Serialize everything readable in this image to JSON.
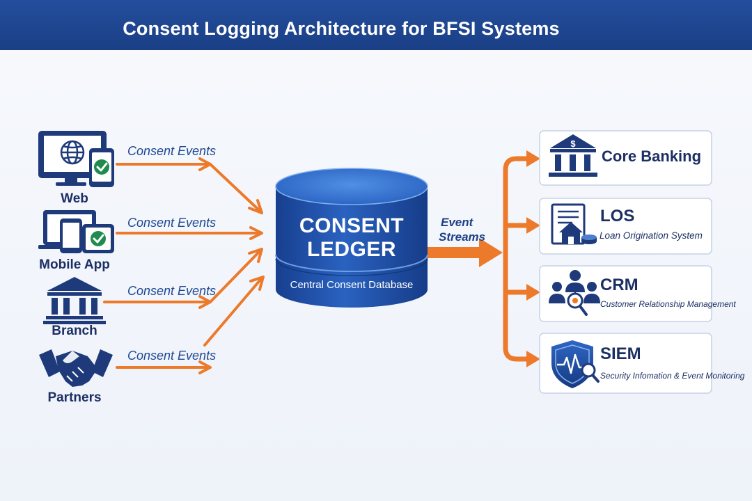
{
  "header": {
    "title": "Consent Logging Architecture for BFSI Systems"
  },
  "sources": [
    {
      "label": "Web",
      "icon": "monitor-phone-icon",
      "event_label": "Consent Events"
    },
    {
      "label": "Mobile App",
      "icon": "devices-icon",
      "event_label": "Consent Events"
    },
    {
      "label": "Branch",
      "icon": "bank-building-icon",
      "event_label": "Consent Events"
    },
    {
      "label": "Partners",
      "icon": "handshake-icon",
      "event_label": "Consent Events"
    }
  ],
  "ledger": {
    "title_line1": "CONSENT",
    "title_line2": "LEDGER",
    "subtitle": "Central Consent Database",
    "icon": "database-cylinder-icon"
  },
  "stream": {
    "line1": "Event",
    "line2": "Streams"
  },
  "destinations": [
    {
      "title": "Core Banking",
      "subtitle": "",
      "icon": "bank-dollar-icon"
    },
    {
      "title": "LOS",
      "subtitle": "Loan Origination System",
      "icon": "loan-document-icon"
    },
    {
      "title": "CRM",
      "subtitle": "Customer Relationship Management",
      "icon": "customer-network-icon"
    },
    {
      "title": "SIEM",
      "subtitle": "Security Infomation & Event Monitoring",
      "icon": "shield-search-icon"
    }
  ],
  "colors": {
    "header": "#1f4693",
    "arrow": "#ec7a2a",
    "ledger": "#1f4fa6",
    "text_dark": "#1c2f63",
    "icon_navy": "#1e3a7a",
    "check_green": "#1f8c4e"
  }
}
